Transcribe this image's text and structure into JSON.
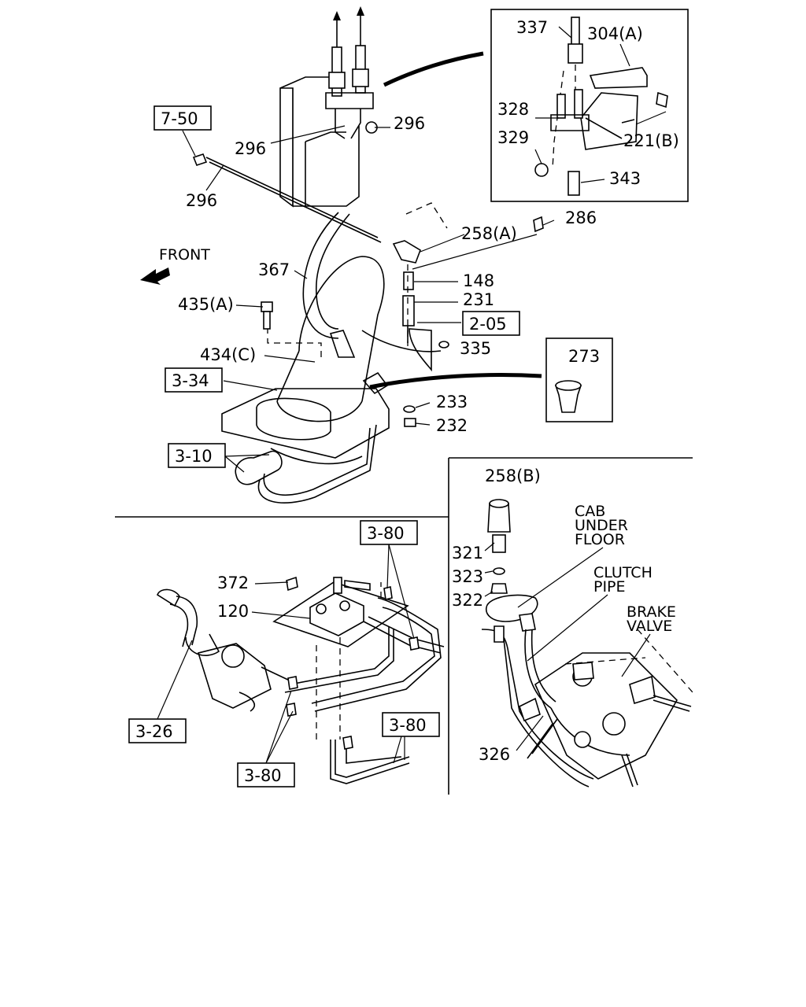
{
  "labels": {
    "top": {
      "p337": "337",
      "p304a": "304(A)",
      "p328": "328",
      "p329": "329",
      "p221b": "221(B)",
      "p343": "343",
      "p296a": "296",
      "p296b": "296",
      "p296c": "296",
      "ref750": "7-50",
      "front": "FRONT",
      "p286": "286",
      "p258a": "258(A)",
      "p367": "367",
      "p148": "148",
      "p231": "231",
      "ref205": "2-05",
      "p435a": "435(A)",
      "p335": "335",
      "p434c": "434(C)",
      "p273": "273",
      "ref334": "3-34",
      "p233": "233",
      "p232": "232",
      "ref310": "3-10"
    },
    "bottom_left": {
      "ref380a": "3-80",
      "p372": "372",
      "p120": "120",
      "ref326": "3-26",
      "ref380b": "3-80",
      "ref380c": "3-80"
    },
    "bottom_right": {
      "p258b": "258(B)",
      "p321": "321",
      "p323": "323",
      "p322": "322",
      "cab_l1": "CAB",
      "cab_l2": "UNDER",
      "cab_l3": "FLOOR",
      "clutch_l1": "CLUTCH",
      "clutch_l2": "PIPE",
      "brake_l1": "BRAKE",
      "brake_l2": "VALVE",
      "p326": "326"
    }
  }
}
